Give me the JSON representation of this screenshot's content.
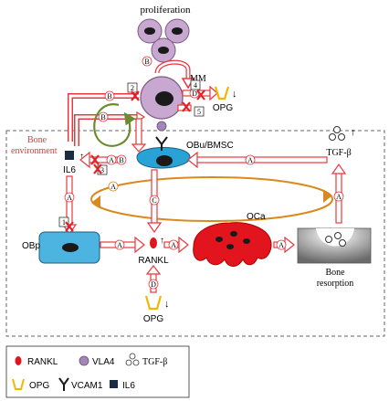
{
  "labels": {
    "proliferation": "proliferation",
    "mm": "MM",
    "opg_top": "OPG",
    "opg_top_arrow": "↓",
    "bone_environment_line1": "Bone",
    "bone_environment_line2": "environment",
    "il6": "IL6",
    "obu_bmsc": "OBu/BMSC",
    "tgf_beta": "TGF-β",
    "tgf_arrow": "↑",
    "il6_arrow": "↑",
    "obp": "OBp",
    "oca": "OCa",
    "rankl": "RANKL",
    "rankl_arrow": "↑",
    "bone_resorption_line1": "Bone",
    "bone_resorption_line2": "resorption",
    "opg_bottom": "OPG",
    "opg_bottom_arrow": "↓"
  },
  "markers": {
    "m1": "1",
    "m2": "2",
    "m3": "3",
    "m4": "4",
    "m5": "5",
    "a": "A",
    "b": "B",
    "c": "C",
    "d": "D"
  },
  "legend": {
    "rankl": "RANKL",
    "vla4": "VLA4",
    "tgf_beta": "TGF-β",
    "opg": "OPG",
    "vcam1": "VCAM1",
    "il6": "IL6"
  },
  "colors": {
    "arrow_red": "#e8383d",
    "cross_red": "#e21f26",
    "mm_cell": "#c8a8d0",
    "obu_cell": "#29a3d6",
    "obp_cell": "#4db4e1",
    "oca_cell": "#e2141e",
    "orange_loop": "#d9891f",
    "green_loop": "#6a8c2e",
    "opg_yellow": "#f2b800",
    "il6_dark": "#1c2b44"
  }
}
